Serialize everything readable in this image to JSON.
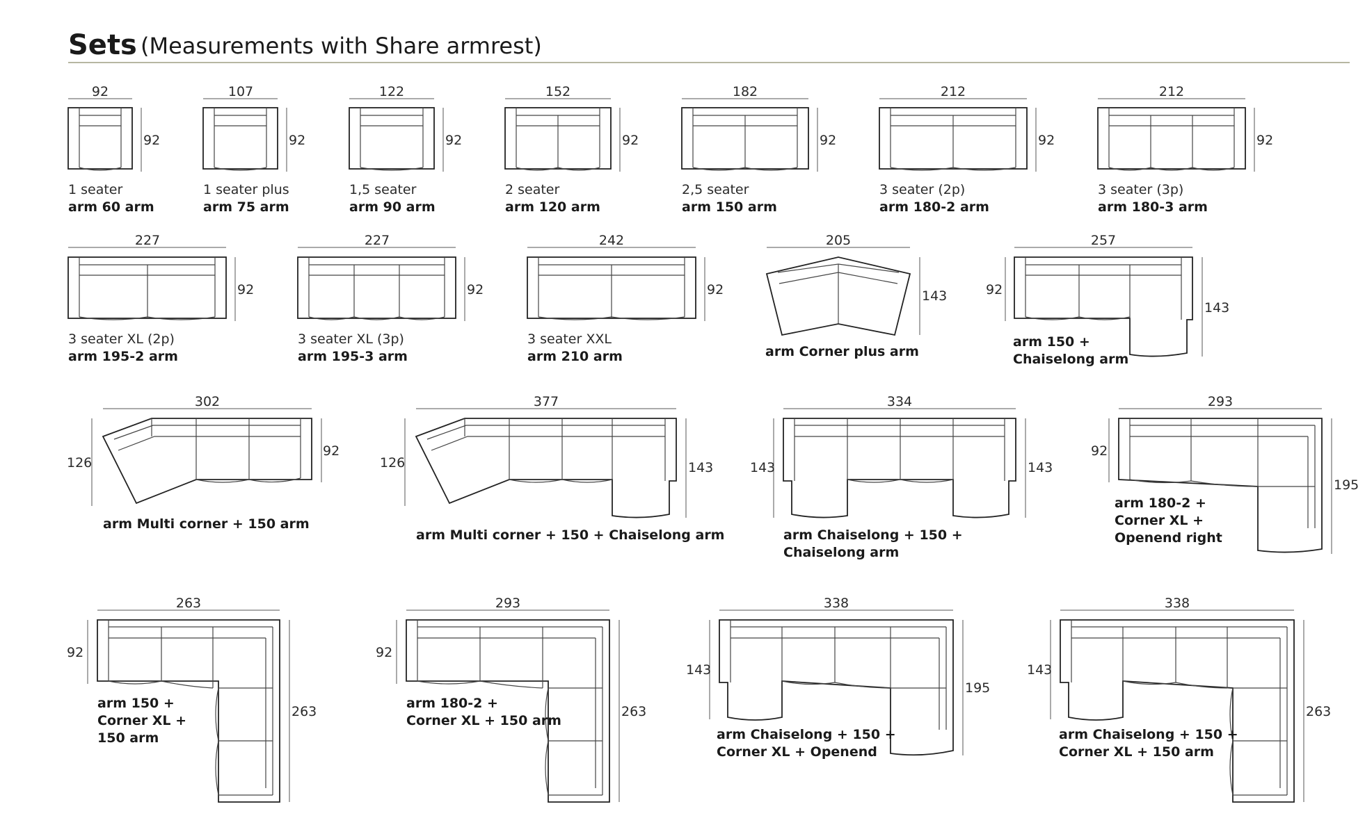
{
  "header": {
    "title": "Sets",
    "subtitle": "(Measurements with Share armrest)"
  },
  "sets": [
    {
      "id": "s1",
      "w": "92",
      "d": "92",
      "name": "1 seater",
      "code": "arm 60 arm"
    },
    {
      "id": "s2",
      "w": "107",
      "d": "92",
      "name": "1 seater plus",
      "code": "arm 75 arm"
    },
    {
      "id": "s3",
      "w": "122",
      "d": "92",
      "name": "1,5 seater",
      "code": "arm 90 arm"
    },
    {
      "id": "s4",
      "w": "152",
      "d": "92",
      "name": "2 seater",
      "code": "arm 120 arm"
    },
    {
      "id": "s5",
      "w": "182",
      "d": "92",
      "name": "2,5 seater",
      "code": "arm 150 arm"
    },
    {
      "id": "s6",
      "w": "212",
      "d": "92",
      "name": "3 seater (2p)",
      "code": "arm 180-2 arm"
    },
    {
      "id": "s7",
      "w": "212",
      "d": "92",
      "name": "3 seater (3p)",
      "code": "arm 180-3 arm"
    },
    {
      "id": "s8",
      "w": "227",
      "d": "92",
      "name": "3 seater XL (2p)",
      "code": "arm 195-2 arm"
    },
    {
      "id": "s9",
      "w": "227",
      "d": "92",
      "name": "3 seater XL (3p)",
      "code": "arm 195-3 arm"
    },
    {
      "id": "s10",
      "w": "242",
      "d": "92",
      "name": "3 seater XXL",
      "code": "arm 210 arm"
    },
    {
      "id": "s11",
      "w": "205",
      "d": "143",
      "code": "arm Corner plus arm"
    },
    {
      "id": "s12",
      "w": "257",
      "d": "92",
      "d2": "143",
      "code1": "arm 150 +",
      "code2": "Chaiselong arm"
    },
    {
      "id": "s13",
      "w": "302",
      "d": "126",
      "d2": "92",
      "code": "arm Multi corner + 150 arm"
    },
    {
      "id": "s14",
      "w": "377",
      "d": "126",
      "d2": "143",
      "code": "arm Multi corner + 150 + Chaiselong arm"
    },
    {
      "id": "s15",
      "w": "334",
      "d": "143",
      "d2": "143",
      "code1": "arm Chaiselong + 150 +",
      "code2": "Chaiselong arm"
    },
    {
      "id": "s16",
      "w": "293",
      "d": "92",
      "d2": "195",
      "code1": "arm 180-2 +",
      "code2": "Corner XL +",
      "code3": "Openend right"
    },
    {
      "id": "s17",
      "w": "263",
      "d": "92",
      "d2": "263",
      "code1": "arm 150 +",
      "code2": "Corner XL +",
      "code3": "150 arm"
    },
    {
      "id": "s18",
      "w": "293",
      "d": "92",
      "d2": "263",
      "code1": "arm 180-2 +",
      "code2": "Corner XL + 150 arm"
    },
    {
      "id": "s19",
      "w": "338",
      "d": "143",
      "d2": "195",
      "code1": "arm Chaiselong + 150 +",
      "code2": "Corner XL + Openend"
    },
    {
      "id": "s20",
      "w": "338",
      "d": "143",
      "d2": "263",
      "code1": "arm Chaiselong + 150 +",
      "code2": "Corner XL + 150 arm"
    }
  ]
}
